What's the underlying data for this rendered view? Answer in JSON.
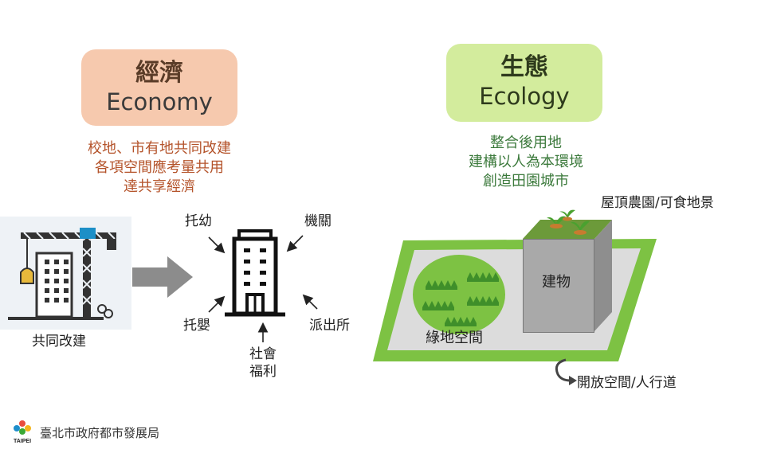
{
  "economy": {
    "title_zh": "經濟",
    "title_en": "Economy",
    "desc": [
      "校地、市有地共同改建",
      "各項空間應考量共用",
      "達共享經濟"
    ],
    "crane_label": "共同改建",
    "facilities": {
      "top_left": "托幼",
      "top_right": "機關",
      "bottom_left": "托嬰",
      "bottom_right": "派出所",
      "bottom_line1": "社會",
      "bottom_line2": "福利"
    }
  },
  "ecology": {
    "title_zh": "生態",
    "title_en": "Ecology",
    "desc": [
      "整合後用地",
      "建構以人為本環境",
      "創造田園城市"
    ],
    "roof_label": "屋頂農園/可食地景",
    "building_label": "建物",
    "green_label": "綠地空間",
    "open_label": "開放空間/人行道"
  },
  "footer": {
    "org": "臺北市政府都市發展局",
    "logo_text": "TAIPEI"
  },
  "colors": {
    "economy_pill": "#f6c9ae",
    "ecology_pill": "#d3ec9d",
    "economy_text": "#b4532a",
    "ecology_text": "#3c7a3c",
    "green": "#7dc243",
    "grey": "#a9a9a9"
  }
}
